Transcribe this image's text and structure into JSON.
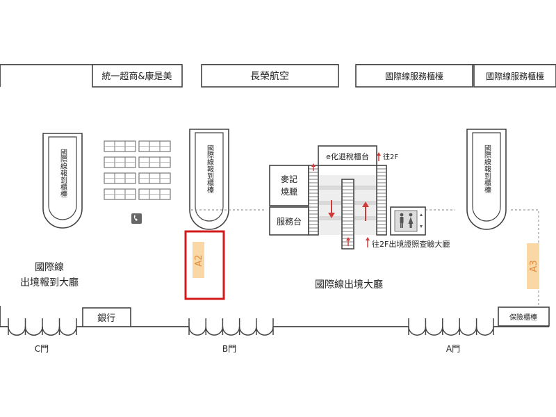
{
  "shops": {
    "seven_cosmed": "統一超商&康是美",
    "eva_air": "長榮航空",
    "intl_service_1": "國際線服務櫃檯",
    "intl_service_2": "國際線服務櫃檯",
    "bank": "銀行",
    "insurance": "保險櫃檯",
    "etax": "e化退稅櫃台",
    "shop_line1": "麥記",
    "shop_line2": "燒臘",
    "service_desk": "服務台"
  },
  "checkin_counter_label": "國際線報到櫃檯",
  "areas": {
    "checkin_hall_line1": "國際線",
    "checkin_hall_line2": "出境報到大廳",
    "departure_hall": "國際線出境大廳"
  },
  "directions": {
    "to_2f": "往2F",
    "to_2f_passport": "往2F出境證照查驗大廳"
  },
  "zones": {
    "a2": "A2",
    "a3": "A3"
  },
  "gates": {
    "c": "C門",
    "b": "B門",
    "a": "A門"
  },
  "colors": {
    "zone_fill": "#f9d8a6",
    "zone_text": "#e08a3a",
    "highlight": "#d21a1a",
    "arrow": "#d23a3a"
  }
}
